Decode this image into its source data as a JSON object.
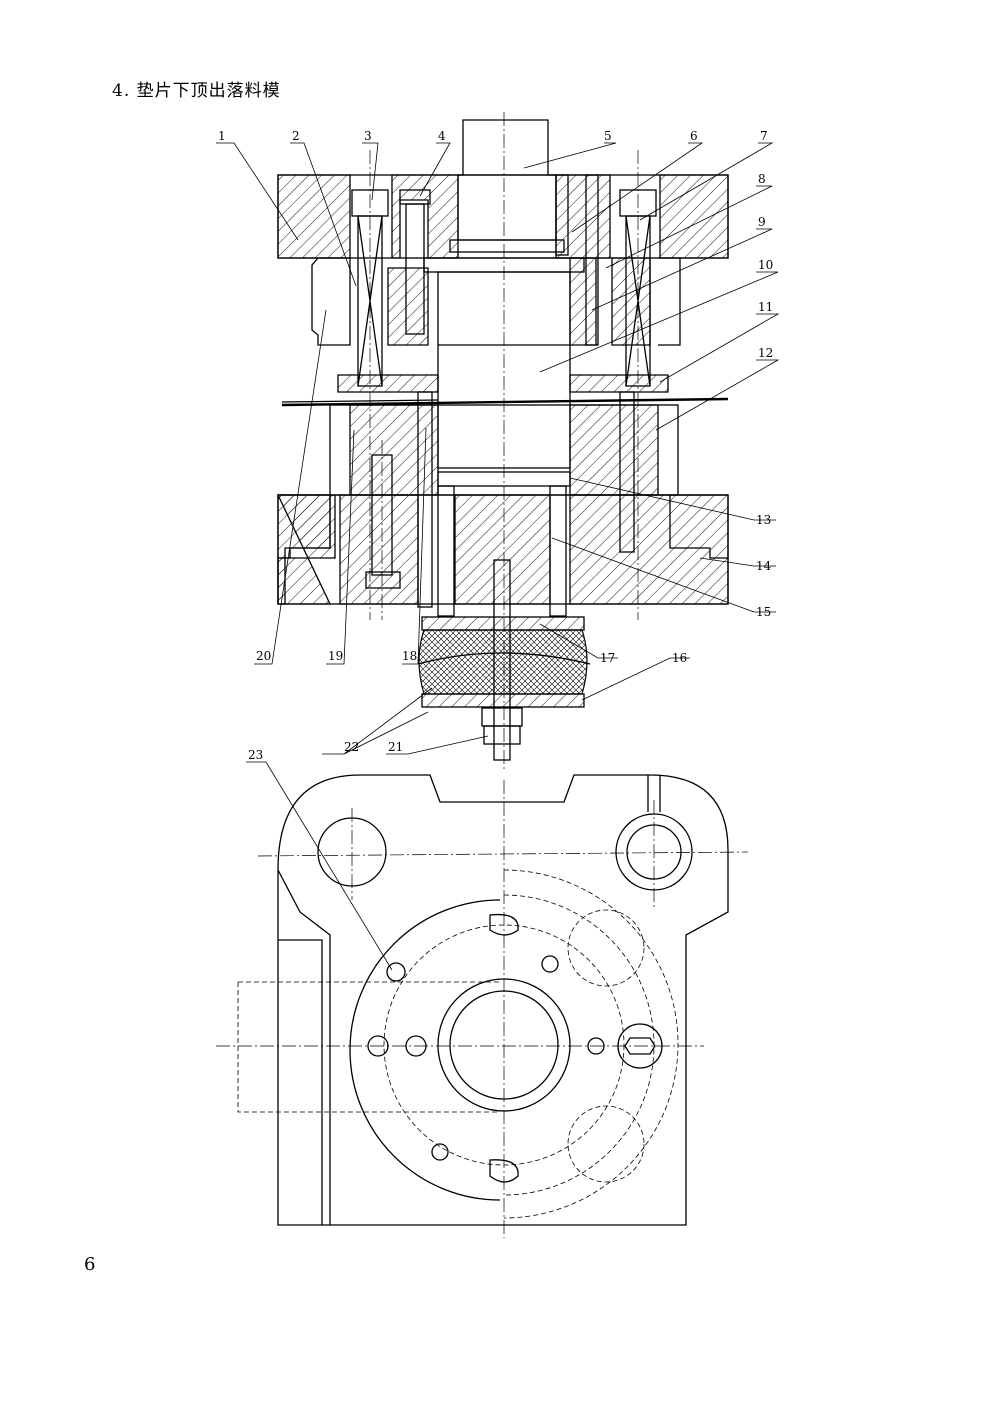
{
  "title": "4. 垫片下顶出落料模",
  "page_number": "6",
  "part_labels": [
    "1",
    "2",
    "3",
    "4",
    "5",
    "6",
    "7",
    "8",
    "9",
    "10",
    "11",
    "12",
    "13",
    "14",
    "15",
    "16",
    "17",
    "18",
    "19",
    "20",
    "21",
    "22",
    "23"
  ]
}
